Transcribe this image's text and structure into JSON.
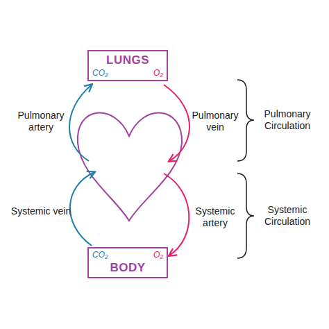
{
  "diagram": {
    "nodes": [
      {
        "text": [
          "LUNGS",
          "CO₂",
          "O₂"
        ]
      },
      {
        "text": [
          "CO₂",
          "O₂",
          "BODY"
        ]
      }
    ],
    "labels": [
      "Pulmonary artery",
      "Pulmonary vein",
      "Pulmonary Circulation",
      "Systemic vein",
      "Systemic artery",
      "Systemic Circulation"
    ]
  }
}
